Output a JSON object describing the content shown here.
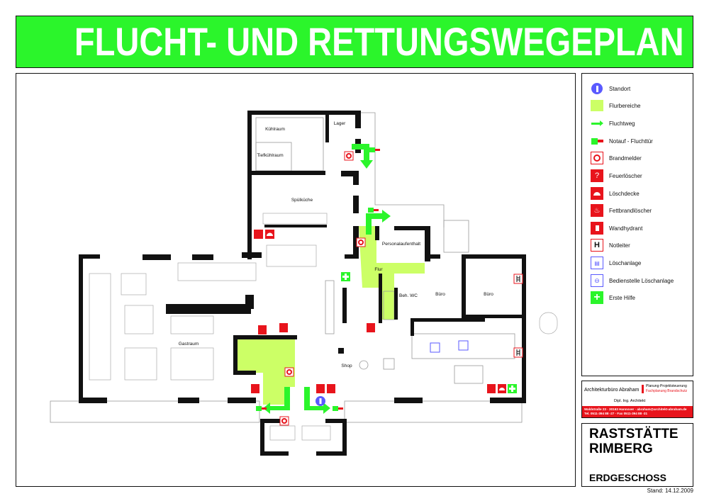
{
  "title": "FLUCHT- UND RETTUNGSWEGEPLAN",
  "plan": {
    "rooms": {
      "kuehlraum": "Kühlraum",
      "lager": "Lager",
      "tiefkuehlraum": "Tiefkühlraum",
      "spuelkueche": "Spülküche",
      "personal": "Personalaufenthalt",
      "flur": "Flur",
      "wc": "Beh. WC",
      "buero1": "Büro",
      "buero2": "Büro",
      "gastraum": "Gastraum",
      "shop": "Shop"
    }
  },
  "legend": [
    {
      "label": "Standort",
      "icon": "standort-icon"
    },
    {
      "label": "Flurbereiche",
      "icon": "corridor-area-swatch"
    },
    {
      "label": "Fluchtweg",
      "icon": "escape-route-arrow-icon"
    },
    {
      "label": "Notauf - Fluchttür",
      "icon": "emergency-exit-door-icon"
    },
    {
      "label": "Brandmelder",
      "icon": "fire-alarm-icon"
    },
    {
      "label": "Feuerlöscher",
      "icon": "fire-extinguisher-icon"
    },
    {
      "label": "Löschdecke",
      "icon": "fire-blanket-icon"
    },
    {
      "label": "Fettbrandlöscher",
      "icon": "grease-fire-extinguisher-icon"
    },
    {
      "label": "Wandhydrant",
      "icon": "wall-hydrant-icon"
    },
    {
      "label": "Notleiter",
      "icon": "emergency-ladder-icon"
    },
    {
      "label": "Löschanlage",
      "icon": "extinguishing-system-icon"
    },
    {
      "label": "Bedienstelle Löschanlage",
      "icon": "extinguishing-control-icon"
    },
    {
      "label": "Erste Hilfe",
      "icon": "first-aid-icon"
    }
  ],
  "architect": {
    "name": "Architekturbüro Abraham",
    "service1": "Planung·Projektsteuerung",
    "service2": "Fachplanung Brandschutz",
    "title": "Dipl. Ing. Architekt",
    "address": "Waldstraße 23 · 30163 Hannover · abraham@architekt-abraham.de",
    "phone": "Tel. 0511-394 88 -27 · Fax 0511-394 88 -31"
  },
  "titleblock": {
    "name1": "RASTSTÄTTE",
    "name2": "RIMBERG",
    "floor": "ERDGESCHOSS"
  },
  "stand": "Stand: 14.12.2009",
  "colors": {
    "green": "#2bf52b",
    "corridor": "#ccff66",
    "red": "#e8141c",
    "blue": "#5a5aff"
  }
}
